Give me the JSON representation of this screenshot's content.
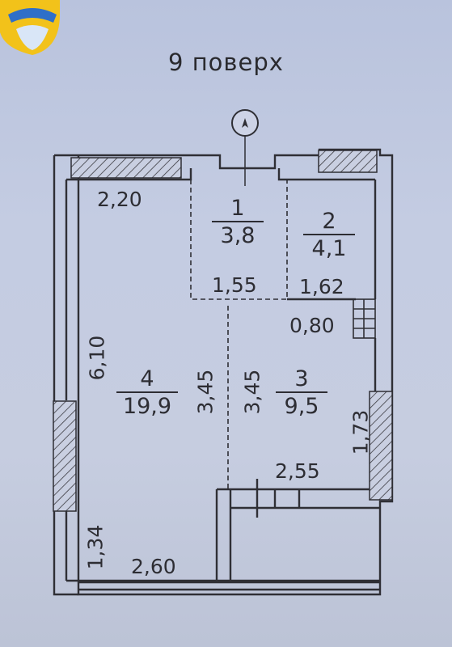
{
  "floor_label": "9 поверх",
  "rooms": [
    {
      "number": "1",
      "area": "3,8"
    },
    {
      "number": "2",
      "area": "4,1"
    },
    {
      "number": "3",
      "area": "9,5"
    },
    {
      "number": "4",
      "area": "19,9"
    }
  ],
  "dimensions": {
    "top_left_width": "2,20",
    "left_height": "6,10",
    "room1_width": "1,55",
    "room2_width": "1,62",
    "room2_door": "0,80",
    "room4_mid_height": "3,45",
    "room3_mid_height": "3,45",
    "right_height": "1,73",
    "balcony_width": "2,55",
    "bottom_left_height": "1,34",
    "bottom_width": "2,60"
  },
  "colors": {
    "wall": "#2f2f35",
    "hatch": "#3a3a40",
    "logo_yellow": "#f2c21a",
    "logo_blue": "#2f6fc8"
  },
  "icons": {
    "logo": "home-shield-logo",
    "north_marker": "north-arrow-icon"
  }
}
